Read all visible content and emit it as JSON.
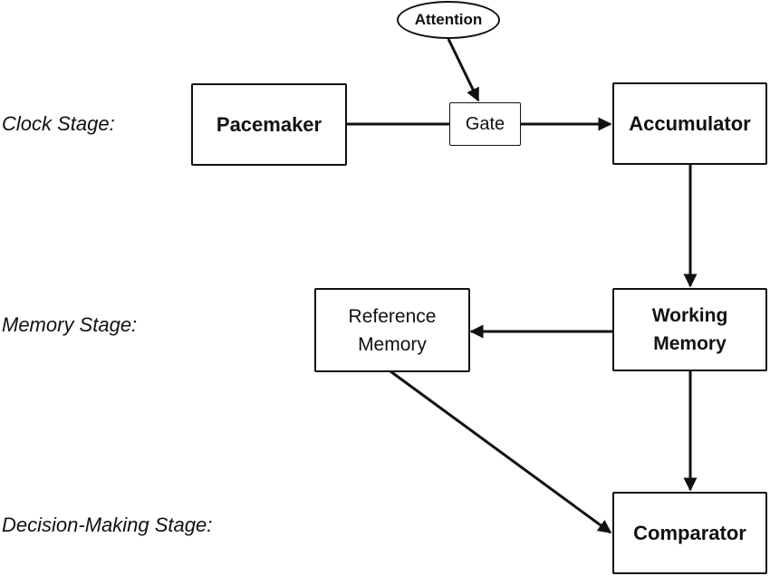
{
  "diagram": {
    "stages": [
      {
        "id": "clock",
        "label": "Clock Stage:"
      },
      {
        "id": "memory",
        "label": "Memory Stage:"
      },
      {
        "id": "decision",
        "label": "Decision-Making Stage:"
      }
    ],
    "nodes": {
      "attention": {
        "label": "Attention",
        "shape": "ellipse"
      },
      "pacemaker": {
        "label": "Pacemaker",
        "shape": "box",
        "stage": "clock"
      },
      "gate": {
        "label": "Gate",
        "shape": "box",
        "stage": "clock"
      },
      "accumulator": {
        "label": "Accumulator",
        "shape": "box",
        "stage": "clock"
      },
      "reference_memory": {
        "line1": "Reference",
        "line2": "Memory",
        "shape": "box",
        "stage": "memory"
      },
      "working_memory": {
        "line1": "Working",
        "line2": "Memory",
        "shape": "box",
        "stage": "memory"
      },
      "comparator": {
        "label": "Comparator",
        "shape": "box",
        "stage": "decision"
      }
    },
    "edges": [
      {
        "from": "attention",
        "to": "gate",
        "arrow": true
      },
      {
        "from": "pacemaker",
        "to": "gate",
        "arrow": false
      },
      {
        "from": "gate",
        "to": "accumulator",
        "arrow": true
      },
      {
        "from": "accumulator",
        "to": "working_memory",
        "arrow": true
      },
      {
        "from": "working_memory",
        "to": "reference_memory",
        "arrow": true
      },
      {
        "from": "working_memory",
        "to": "comparator",
        "arrow": true
      },
      {
        "from": "reference_memory",
        "to": "comparator",
        "arrow": true
      }
    ],
    "colors": {
      "line": "#111111",
      "background": "#ffffff"
    }
  }
}
